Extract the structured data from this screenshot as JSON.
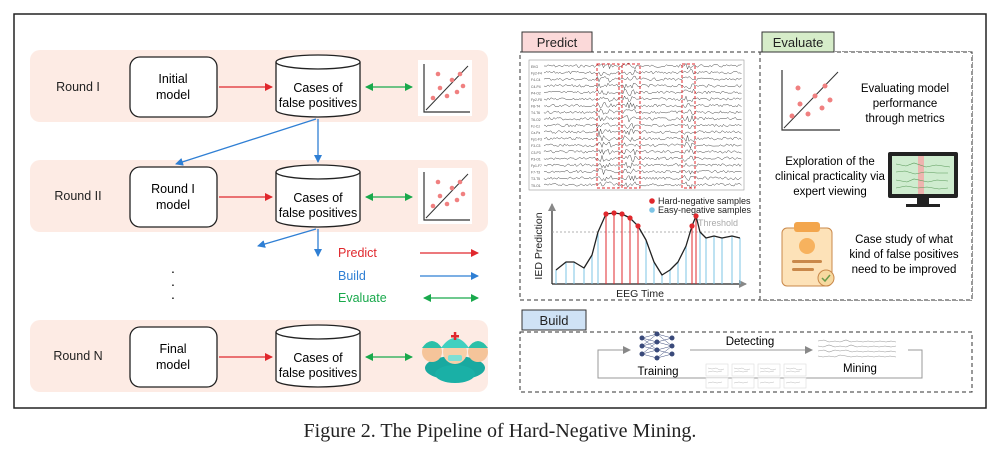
{
  "pipeline": {
    "rounds": [
      {
        "label": "Round I",
        "model": [
          "Initial",
          "model"
        ]
      },
      {
        "label": "Round II",
        "model": [
          "Round I",
          "model"
        ]
      },
      {
        "label": "Round N",
        "model": [
          "Final",
          "model"
        ]
      }
    ],
    "cases_label": [
      "Cases of",
      "false positives"
    ],
    "dots": "·",
    "legend": [
      {
        "label": "Predict",
        "color": "#e0282d"
      },
      {
        "label": "Build",
        "color": "#2f7fd4"
      },
      {
        "label": "Evaluate",
        "color": "#19a94c"
      }
    ]
  },
  "predict": {
    "title": "Predict",
    "eeg_channels": [
      "EKG",
      "Fp2-F4",
      "F4-C4",
      "C4-P4",
      "P4-O2",
      "Fp2-F8",
      "F8-T4",
      "T4-T6",
      "T6-O2",
      "Fz-Cz",
      "Cz-Pz",
      "Fp1-F3",
      "F3-C3",
      "C3-P3",
      "P3-O1",
      "Fp1-F7",
      "F7-T3",
      "T3-T5",
      "T5-O1"
    ],
    "legend_hard": "Hard-negative samples",
    "legend_easy": "Easy-negative samples",
    "threshold_label": "Threshold",
    "y_axis_label": "IED Prediction",
    "x_axis_label": "EEG Time"
  },
  "evaluate": {
    "title": "Evaluate",
    "items": [
      [
        "Evaluating model",
        "performance",
        "through metrics"
      ],
      [
        "Exploration of the",
        "clinical practicality via",
        "expert viewing"
      ],
      [
        "Case study of what",
        "kind of false positives",
        "need to be improved"
      ]
    ]
  },
  "build": {
    "title": "Build",
    "detecting": "Detecting",
    "training": "Training",
    "mining": "Mining"
  },
  "caption": "Figure 2.  The Pipeline of Hard-Negative Mining.",
  "colors": {
    "round_bg": "#fdebe4",
    "predict_tab": "#fbd9d9",
    "evaluate_tab": "#d6ecc9",
    "build_tab": "#cfe2f5",
    "hard_dot": "#e0282d",
    "easy_line": "#7cc4e6"
  }
}
